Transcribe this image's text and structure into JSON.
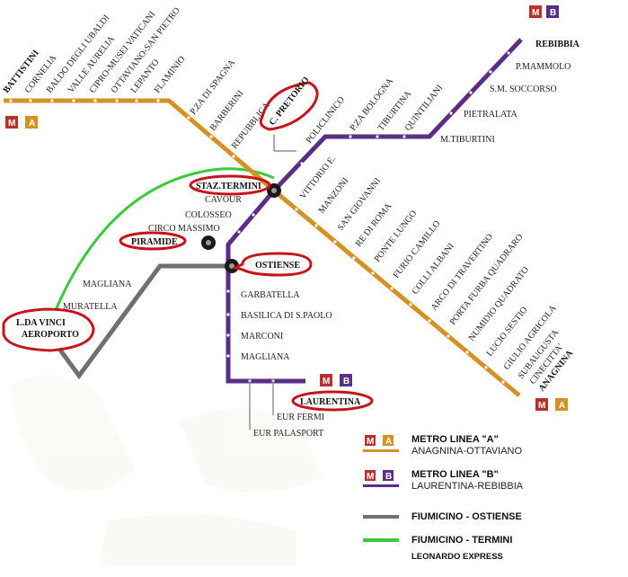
{
  "colors": {
    "line_a": "#d49226",
    "line_b": "#5a2d86",
    "fiumicino_ostiense": "#707070",
    "leonardo_express": "#3ec93a",
    "metro_m_badge": "#b8322b",
    "highlight": "#c4141c"
  },
  "badges": {
    "m": "M",
    "a": "A",
    "b": "B"
  },
  "line_a": {
    "stations": {
      "battistini": "BATTISTINI",
      "cornelia": "CORNELIA",
      "baldo": "BALDO DEGLI UBALDI",
      "valle": "VALLE AURELIA",
      "cipro": "CIPRO-MUSEI VATICANI",
      "ottaviano": "OTTAVIANO-SAN PIETRO",
      "lepanto": "LEPANTO",
      "flaminio": "FLAMINIO",
      "spagna": "P.ZA DI SPAGNA",
      "barberini": "BARBERINI",
      "repubblica": "REPUBBLICA",
      "termini": "STAZ.TERMINI",
      "vittorio": "VITTORIO E.",
      "manzoni": "MANZONI",
      "san_giovanni": "SAN GIOVANNI",
      "re_di_roma": "RE DI ROMA",
      "ponte_lungo": "PONTE LUNGO",
      "furio_camillo": "FURIO CAMILLO",
      "colli_albani": "COLLI ALBANI",
      "arco": "ARCO DI TRAVERTINO",
      "porta_furba": "PORTA FURBA QUADRARO",
      "numidio": "NUMIDIO QUADRATO",
      "lucio_sestio": "LUCIO SESTIO",
      "giulio_agricola": "GIULIO AGRICOLA",
      "subaugusta": "SUBAUGUSTA",
      "cinecitta": "CINECITTA'",
      "anagnina": "ANAGNINA"
    }
  },
  "line_b": {
    "stations": {
      "rebibbia": "REBIBBIA",
      "mammolo": "P.MAMMOLO",
      "soccorso": "S.M. SOCCORSO",
      "pietralata": "PIETRALATA",
      "tiburtini": "M.TIBURTINI",
      "quintiliani": "QUINTILIANI",
      "tiburtina": "TIBURTINA",
      "bologna": "P.ZA BOLOGNA",
      "policlinico": "POLICLINICO",
      "pretorio": "C. PRETORIO",
      "cavour": "CAVOUR",
      "colosseo": "COLOSSEO",
      "circo_massimo": "CIRCO MASSIMO",
      "piramide": "PIRAMIDE",
      "ostiense": "OSTIENSE",
      "garbatella": "GARBATELLA",
      "basilica": "BASILICA DI S.PAOLO",
      "marconi": "MARCONI",
      "magliana": "MAGLIANA",
      "laurentina": "LAURENTINA",
      "eur_fermi": "EUR FERMI",
      "eur_palasport": "EUR PALASPORT"
    }
  },
  "rail": {
    "magliana": "MAGLIANA",
    "muratella": "MURATELLA",
    "airport_line1": "L.DA VINCI",
    "airport_line2": "AEROPORTO"
  },
  "legend": {
    "metro_a_title": "METRO LINEA \"A\"",
    "metro_a_route": "ANAGNINA-OTTAVIANO",
    "metro_b_title": "METRO LINEA \"B\"",
    "metro_b_route": "LAURENTINA-REBIBBIA",
    "fiumicino_ostiense": "FIUMICINO - OSTIENSE",
    "fiumicino_termini": "FIUMICINO - TERMINI",
    "leonardo_express": "LEONARDO EXPRESS"
  }
}
